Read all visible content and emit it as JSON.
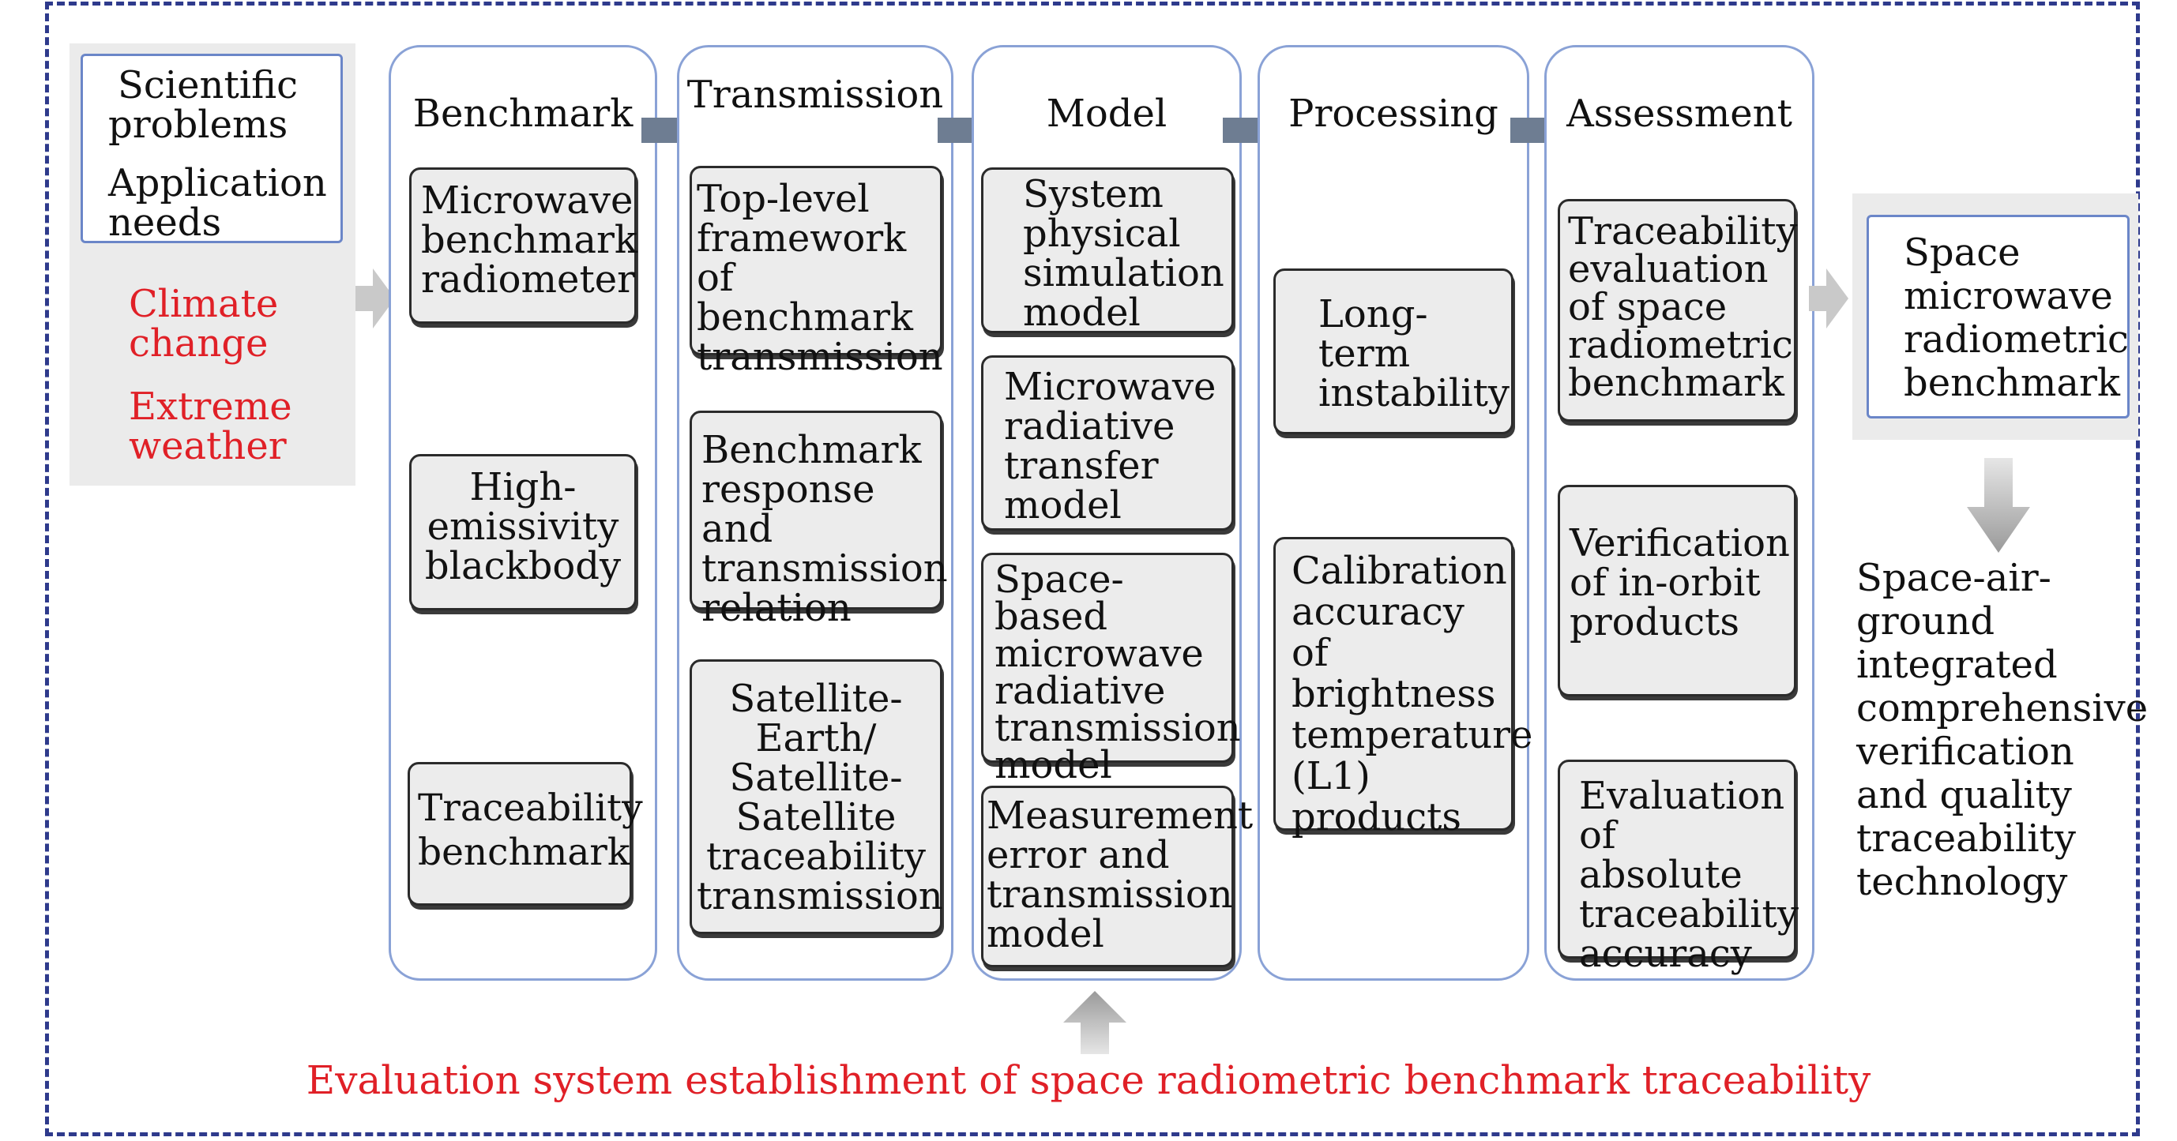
{
  "left_panel": {
    "inner_line1": "Scientific",
    "inner_line2": "problems",
    "inner_line3": "Application",
    "inner_line4": "needs",
    "red1_line1": "Climate",
    "red1_line2": "change",
    "red2_line1": "Extreme",
    "red2_line2": "weather"
  },
  "columns": [
    {
      "title": "Benchmark",
      "items": [
        [
          "Microwave",
          "benchmark",
          "radiometer"
        ],
        [
          "High-",
          "emissivity",
          "blackbody"
        ],
        [
          "Traceability",
          "benchmark"
        ]
      ]
    },
    {
      "title": "Transmission",
      "items": [
        [
          "Top-level",
          "framework of",
          "benchmark",
          "transmission"
        ],
        [
          "Benchmark",
          "response and",
          "transmission",
          "relation"
        ],
        [
          "Satellite-",
          "Earth/",
          "Satellite-",
          "Satellite",
          "traceability",
          "transmission"
        ]
      ]
    },
    {
      "title": "Model",
      "items": [
        [
          "System",
          "physical",
          "simulation",
          "model"
        ],
        [
          "Microwave",
          "radiative",
          "transfer",
          "model"
        ],
        [
          "Space-based",
          "microwave",
          "radiative",
          "transmission",
          "model"
        ],
        [
          "Measurement",
          "error and",
          "transmission",
          "model"
        ]
      ]
    },
    {
      "title": "Processing",
      "items": [
        [
          "Long-",
          "term",
          "instability"
        ],
        [
          "Calibration",
          "accuracy of",
          "brightness",
          "temperature",
          "(L1)",
          "products"
        ]
      ]
    },
    {
      "title": "Assessment",
      "items": [
        [
          "Traceability",
          "evaluation",
          "of space",
          "radiometric",
          "benchmark"
        ],
        [
          "Verification",
          "of in-orbit",
          "products"
        ],
        [
          "Evaluation",
          "of absolute",
          "traceability",
          "accuracy"
        ]
      ]
    }
  ],
  "right_panel": {
    "box": [
      "Space",
      "microwave",
      "radiometric",
      "benchmark"
    ],
    "below": [
      "Space-air-",
      "ground",
      "integrated",
      "comprehensive",
      "verification",
      "and quality",
      "traceability",
      "technology"
    ]
  },
  "bottom_text": "Evaluation system establishment of space radiometric benchmark traceability",
  "colors": {
    "frame": "#2e3a8c",
    "red_text": "#e02027",
    "column_border": "#8aa2d6",
    "arrow": "#6e7d92"
  }
}
